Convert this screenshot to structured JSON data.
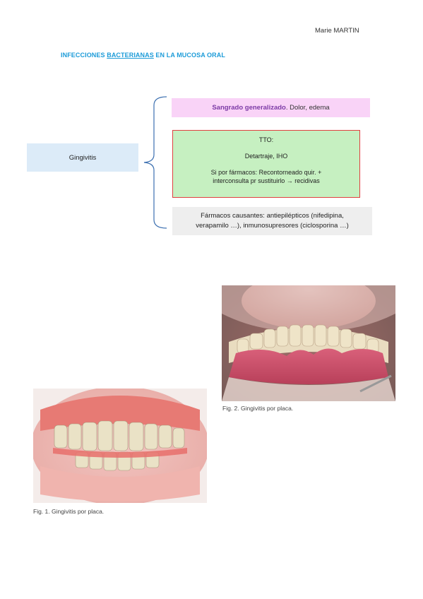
{
  "header": {
    "author": "Marie MARTIN",
    "title_before": "INFECCIONES ",
    "title_underlined": "BACTERIANAS",
    "title_after": " EN LA MUCOSA ORAL"
  },
  "diagram": {
    "concept": "Gingivitis",
    "box1": {
      "highlight": "Sangrado generalizado",
      "rest": ". Dolor, edema"
    },
    "box2": {
      "line1": "TTO:",
      "line2": "Detartraje, IHO",
      "line3": "Si por fármacos: Recontorneado quir. +",
      "line4": "interconsulta pr sustituirlo → recidivas"
    },
    "box3": {
      "line1": "Fármacos causantes: antiepilépticos (nifedipina,",
      "line2": "verapamilo …), inmunosupresores (ciclosporina …)"
    }
  },
  "figures": [
    {
      "caption": "Fig. 1. Gingivitis por placa."
    },
    {
      "caption": "Fig. 2. Gingivitis por placa."
    }
  ],
  "colors": {
    "title": "#1c9bd8",
    "concept_bg": "#dcebf8",
    "box1_bg": "#f9d3f7",
    "box1_highlight": "#7c3aa6",
    "box2_bg": "#c6f0c1",
    "box2_border": "#e04040",
    "box3_bg": "#eeeeee",
    "brace": "#3b6fb0"
  }
}
